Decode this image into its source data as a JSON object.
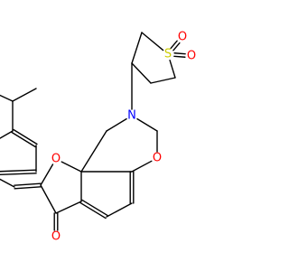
{
  "molecule": {
    "atoms": {
      "S": {
        "symbol": "S",
        "color": "#CCCC00"
      },
      "O_s1": {
        "symbol": "O",
        "color": "#FF0000"
      },
      "O_s2": {
        "symbol": "O",
        "color": "#FF0000"
      },
      "N": {
        "symbol": "N",
        "color": "#0000FF"
      },
      "O_ox": {
        "symbol": "O",
        "color": "#FF0000"
      },
      "O_fur": {
        "symbol": "O",
        "color": "#FF0000"
      },
      "O_ket": {
        "symbol": "O",
        "color": "#FF0000"
      }
    },
    "bond_color": "#000000"
  }
}
